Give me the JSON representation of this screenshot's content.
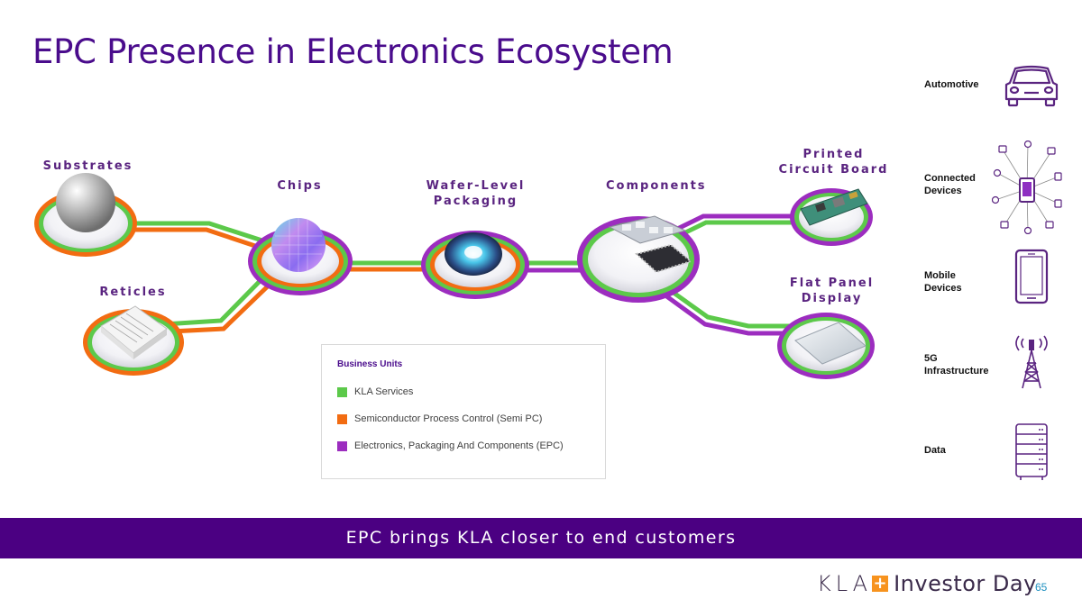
{
  "title": "EPC Presence in Electronics Ecosystem",
  "nodes": {
    "substrates": "Substrates",
    "reticles": "Reticles",
    "chips": "Chips",
    "wafer_level_packaging": "Wafer-Level Packaging",
    "components": "Components",
    "printed_circuit_board": "Printed Circuit Board",
    "flat_panel_display": "Flat Panel Display"
  },
  "legend": {
    "title": "Business Units",
    "items": [
      {
        "label": "KLA Services",
        "color": "#5cc94a"
      },
      {
        "label": "Semiconductor Process Control (Semi PC)",
        "color": "#f26c12"
      },
      {
        "label": "Electronics, Packaging And Components (EPC)",
        "color": "#9c2dbf"
      }
    ]
  },
  "markets": [
    {
      "label": "Automotive",
      "icon": "car-icon"
    },
    {
      "label": "Connected Devices",
      "icon": "connected-devices-icon"
    },
    {
      "label": "Mobile Devices",
      "icon": "smartphone-icon"
    },
    {
      "label": "5G Infrastructure",
      "icon": "cell-tower-icon"
    },
    {
      "label": "Data",
      "icon": "server-rack-icon"
    }
  ],
  "banner": "EPC brings KLA closer to end customers",
  "footer": {
    "logo_kla": "KLA",
    "logo_plus": "+",
    "logo_text": "Investor Day",
    "page_number": "65"
  },
  "colors": {
    "title": "#4a0c8c",
    "banner_bg": "#4b0082",
    "services_green": "#5cc94a",
    "semipc_orange": "#f26c12",
    "epc_purple": "#9c2dbf"
  }
}
